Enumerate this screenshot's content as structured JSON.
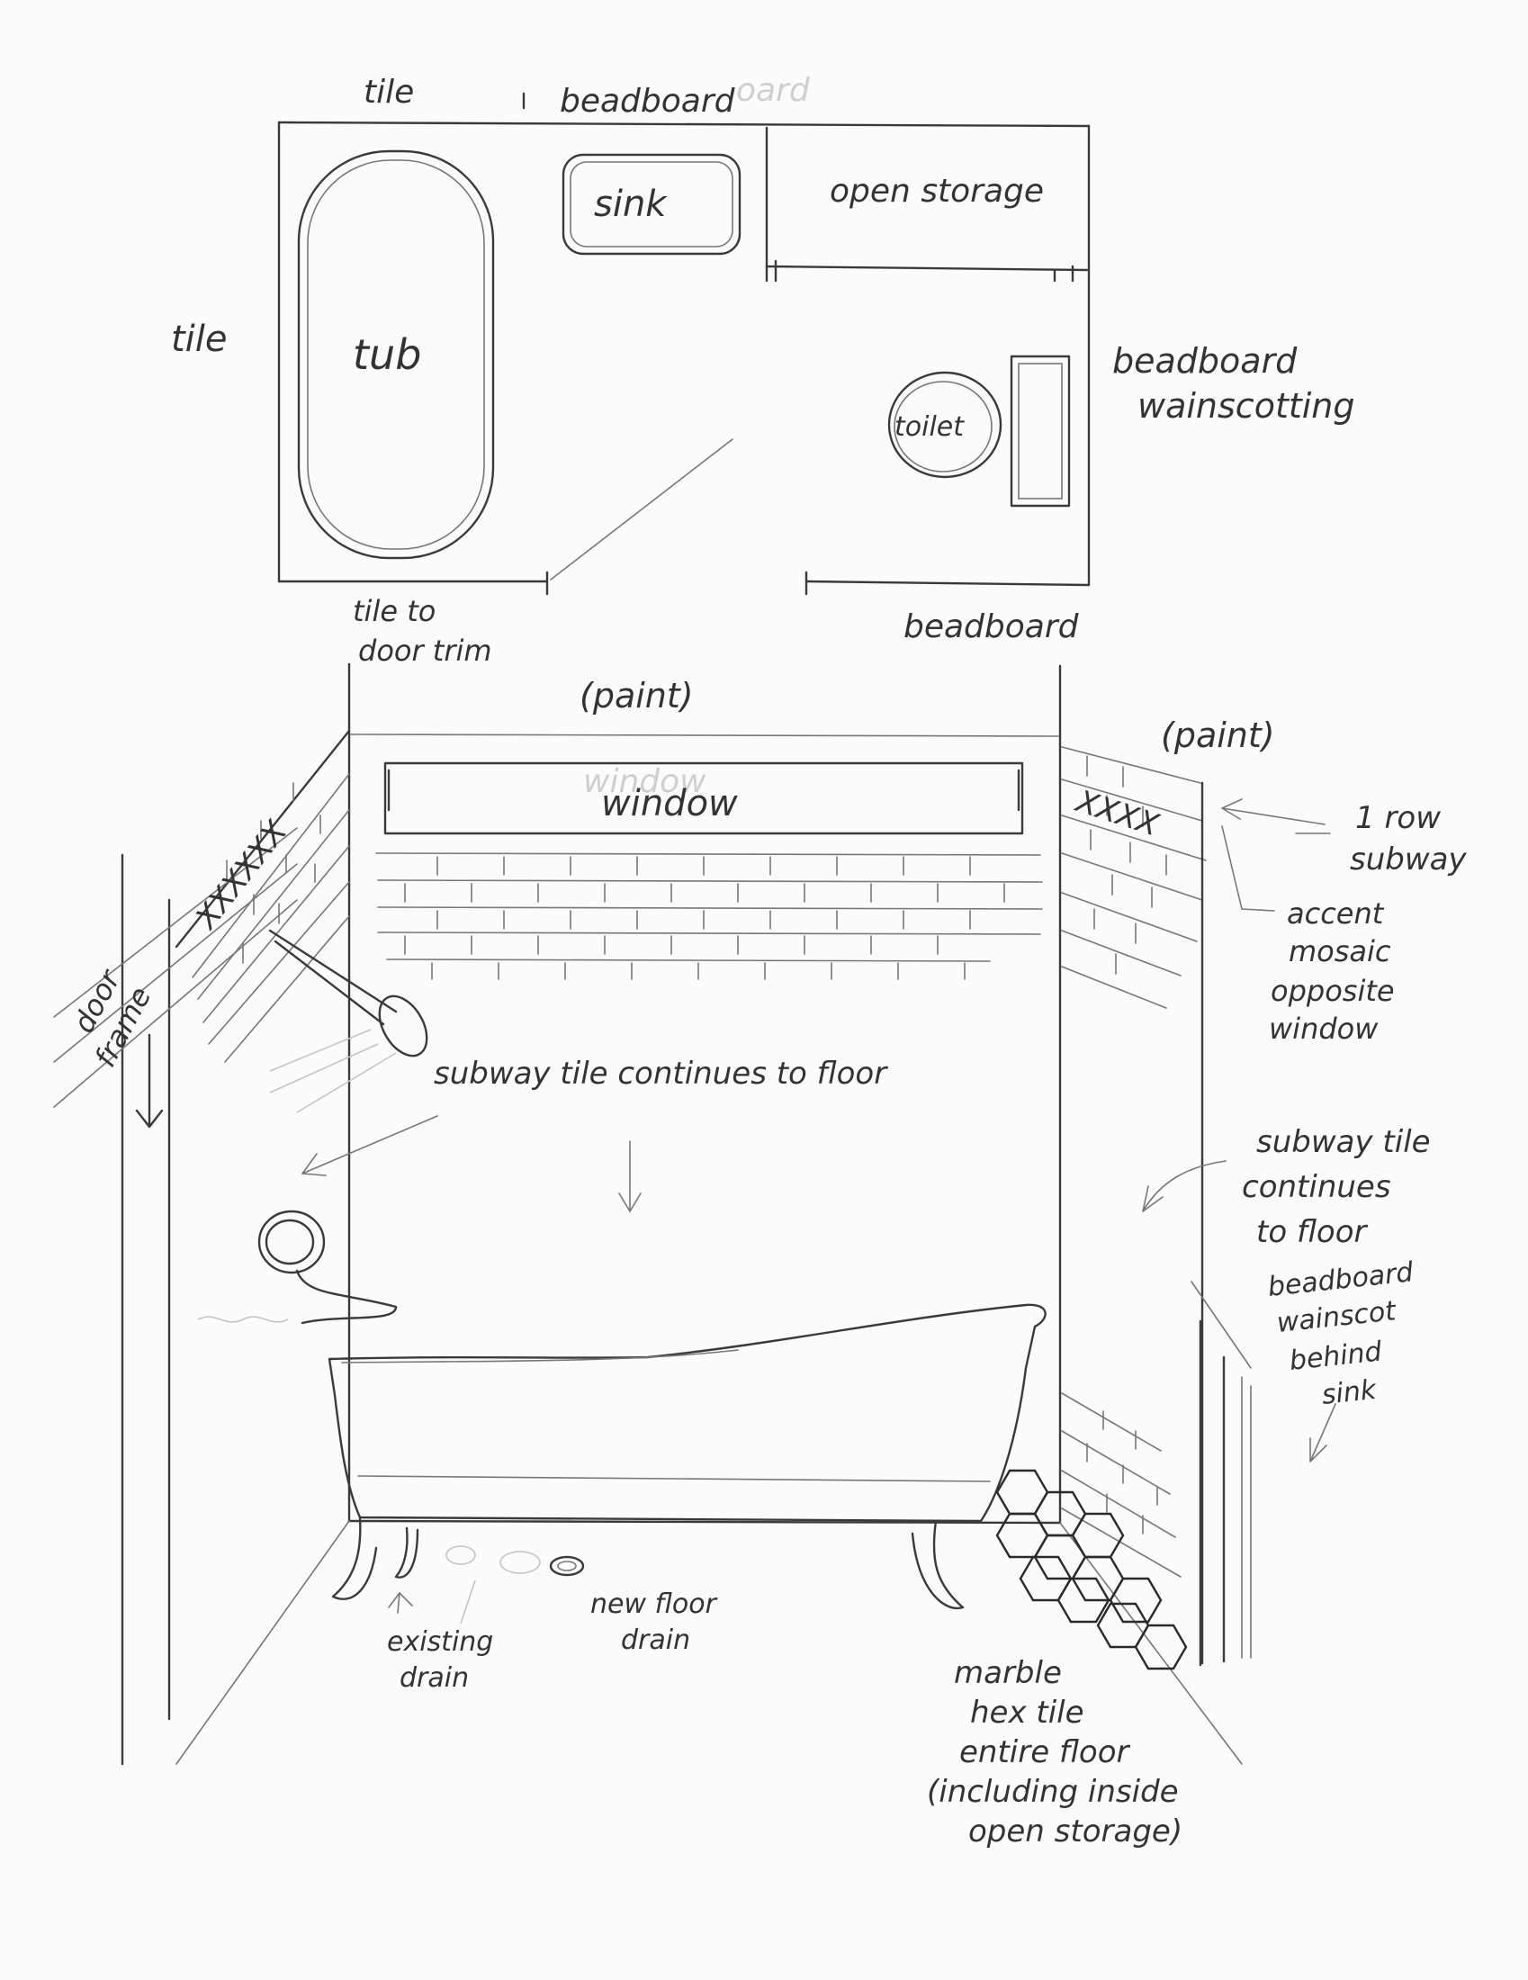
{
  "floor_plan": {
    "top_tile": "tile",
    "top_beadboard": "beadboard",
    "left_tile": "tile",
    "sink": "sink",
    "open_storage": "open storage",
    "tub": "tub",
    "toilet": "toilet",
    "right_beadboard_l1": "beadboard",
    "right_beadboard_l2": "wainscotting",
    "bottom_tile_l1": "tile to",
    "bottom_tile_l2": "door trim",
    "bottom_beadboard": "beadboard"
  },
  "elevation": {
    "paint_top": "(paint)",
    "paint_right": "(paint)",
    "window": "window",
    "window_ghost": "window",
    "one_row_l1": "1 row",
    "one_row_l2": "subway",
    "accent_l1": "accent",
    "accent_l2": "mosaic",
    "accent_l3": "opposite",
    "accent_l4": "window",
    "door_frame_l1": "door",
    "door_frame_l2": "frame",
    "subway_center": "subway tile continues to floor",
    "subway_right_l1": "subway tile",
    "subway_right_l2": "continues",
    "subway_right_l3": "to floor",
    "beadboard_sink_l1": "beadboard",
    "beadboard_sink_l2": "wainscot",
    "beadboard_sink_l3": "behind",
    "beadboard_sink_l4": "sink",
    "existing_drain_l1": "existing",
    "existing_drain_l2": "drain",
    "new_drain_l1": "new floor",
    "new_drain_l2": "drain",
    "marble_l1": "marble",
    "marble_l2": "hex tile",
    "marble_l3": "entire floor",
    "marble_l4": "(including inside",
    "marble_l5": "open storage)",
    "mosaic_marks_left": "XXXXXX",
    "mosaic_marks_right": "XXXX"
  }
}
